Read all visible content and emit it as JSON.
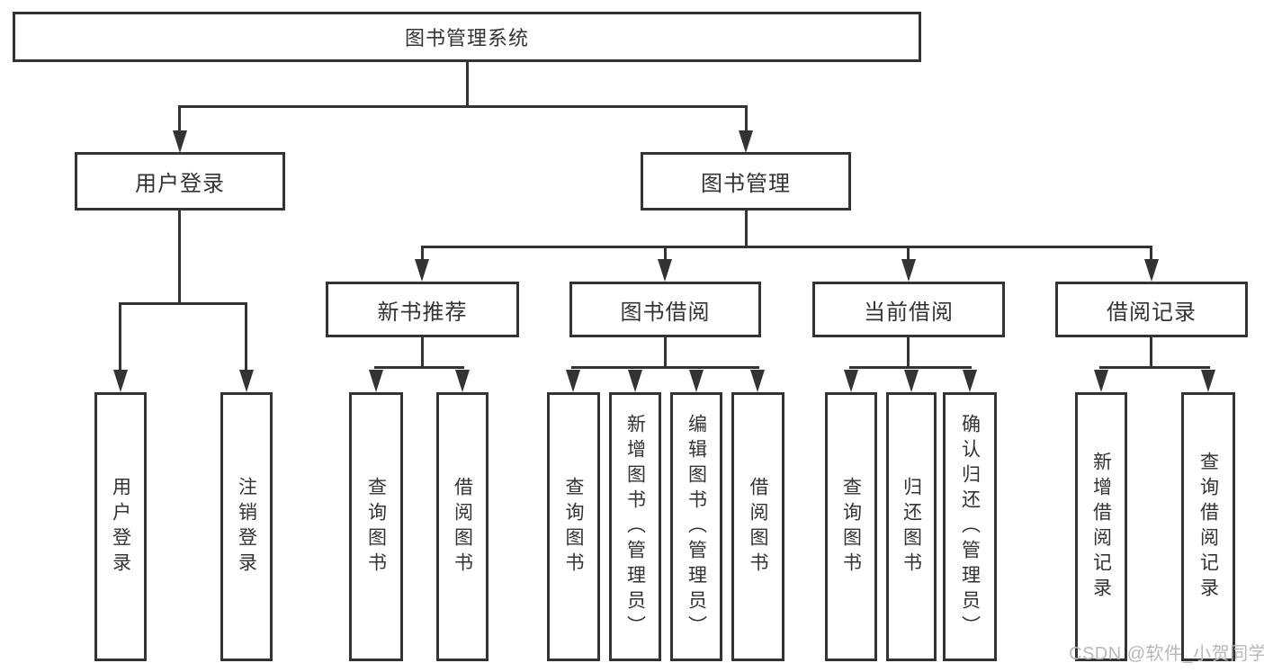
{
  "diagram": {
    "root": "图书管理系统",
    "user_login": {
      "label": "用户登录",
      "children": [
        "用户登录",
        "注销登录"
      ]
    },
    "book_mgmt": {
      "label": "图书管理",
      "groups": [
        {
          "label": "新书推荐",
          "children": [
            "查询图书",
            "借阅图书"
          ]
        },
        {
          "label": "图书借阅",
          "children": [
            "查询图书",
            "新增图书（管理员）",
            "编辑图书（管理员）",
            "借阅图书"
          ]
        },
        {
          "label": "当前借阅",
          "children": [
            "查询图书",
            "归还图书",
            "确认归还（管理员）"
          ]
        },
        {
          "label": "借阅记录",
          "children": [
            "新增借阅记录",
            "查询借阅记录"
          ]
        }
      ]
    }
  },
  "watermark": "CSDN @软件_小贺同学",
  "colors": {
    "line": "#333333",
    "background": "#ffffff",
    "box_fill": "#ffffff",
    "watermark": "#b8b8b8"
  }
}
